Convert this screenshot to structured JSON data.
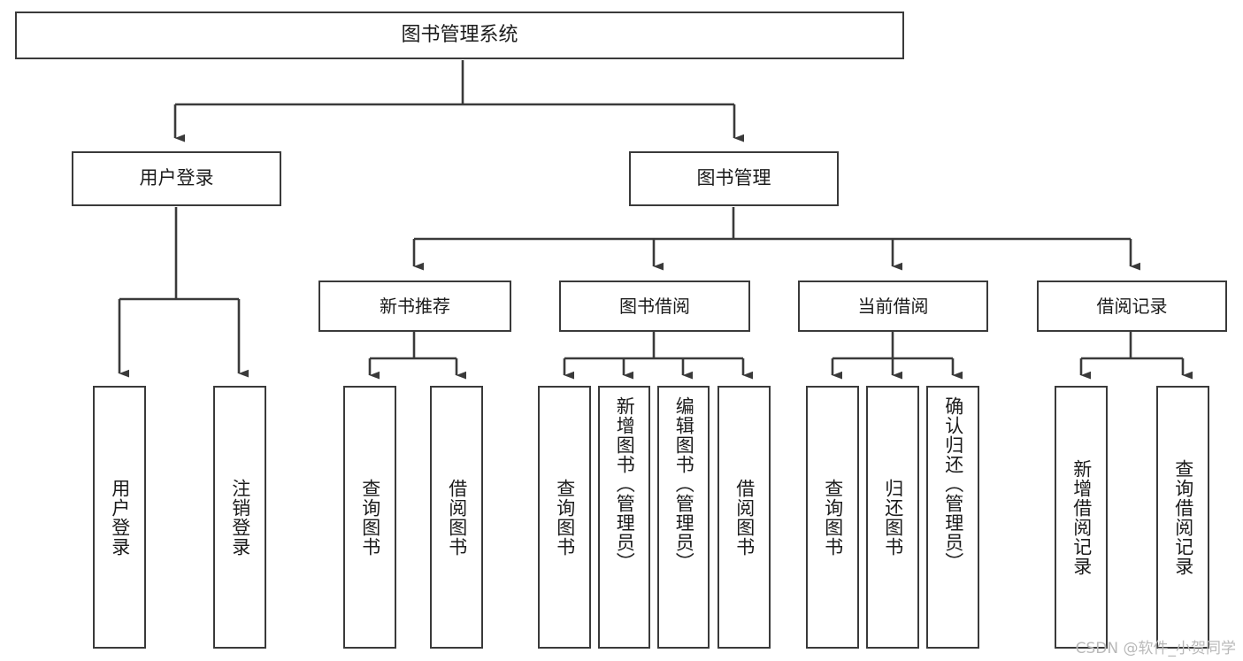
{
  "diagram": {
    "title": "图书管理系统",
    "type": "tree",
    "orientation": "top-down",
    "colors": {
      "box_border": "#3a3a3a",
      "box_fill": "#ffffff",
      "connector": "#3a3a3a",
      "text": "#1b1b1b",
      "watermark": "#b9b9b9",
      "background": "#ffffff"
    },
    "root": {
      "id": "root",
      "label": "图书管理系统",
      "orientation": "horizontal"
    },
    "level2": [
      {
        "id": "user-login",
        "label": "用户登录",
        "orientation": "horizontal"
      },
      {
        "id": "book-manage",
        "label": "图书管理",
        "orientation": "horizontal"
      }
    ],
    "level3": [
      {
        "id": "new-book-recommend",
        "label": "新书推荐",
        "orientation": "horizontal",
        "parent": "book-manage"
      },
      {
        "id": "book-borrow",
        "label": "图书借阅",
        "orientation": "horizontal",
        "parent": "book-manage"
      },
      {
        "id": "current-borrow",
        "label": "当前借阅",
        "orientation": "horizontal",
        "parent": "book-manage"
      },
      {
        "id": "borrow-record",
        "label": "借阅记录",
        "orientation": "horizontal",
        "parent": "book-manage"
      }
    ],
    "leaves": [
      {
        "id": "leaf-user-login",
        "label": "用户登录",
        "orientation": "vertical",
        "parent": "user-login"
      },
      {
        "id": "leaf-logout-login",
        "label": "注销登录",
        "orientation": "vertical",
        "parent": "user-login"
      },
      {
        "id": "leaf-query-book-1",
        "label": "查询图书",
        "orientation": "vertical",
        "parent": "new-book-recommend"
      },
      {
        "id": "leaf-borrow-book-1",
        "label": "借阅图书",
        "orientation": "vertical",
        "parent": "new-book-recommend"
      },
      {
        "id": "leaf-query-book-2",
        "label": "查询图书",
        "orientation": "vertical",
        "parent": "book-borrow"
      },
      {
        "id": "leaf-add-book",
        "label": "新增图书（管理员）",
        "orientation": "vertical",
        "parent": "book-borrow"
      },
      {
        "id": "leaf-edit-book",
        "label": "编辑图书（管理员）",
        "orientation": "vertical",
        "parent": "book-borrow"
      },
      {
        "id": "leaf-borrow-book-2",
        "label": "借阅图书",
        "orientation": "vertical",
        "parent": "book-borrow"
      },
      {
        "id": "leaf-query-book-3",
        "label": "查询图书",
        "orientation": "vertical",
        "parent": "current-borrow"
      },
      {
        "id": "leaf-return-book",
        "label": "归还图书",
        "orientation": "vertical",
        "parent": "current-borrow"
      },
      {
        "id": "leaf-confirm-return",
        "label": "确认归还（管理员）",
        "orientation": "vertical",
        "parent": "current-borrow"
      },
      {
        "id": "leaf-add-record",
        "label": "新增借阅记录",
        "orientation": "vertical",
        "parent": "borrow-record"
      },
      {
        "id": "leaf-query-record",
        "label": "查询借阅记录",
        "orientation": "vertical",
        "parent": "borrow-record"
      }
    ]
  },
  "watermark": {
    "text": "CSDN @软件_小贺同学"
  }
}
